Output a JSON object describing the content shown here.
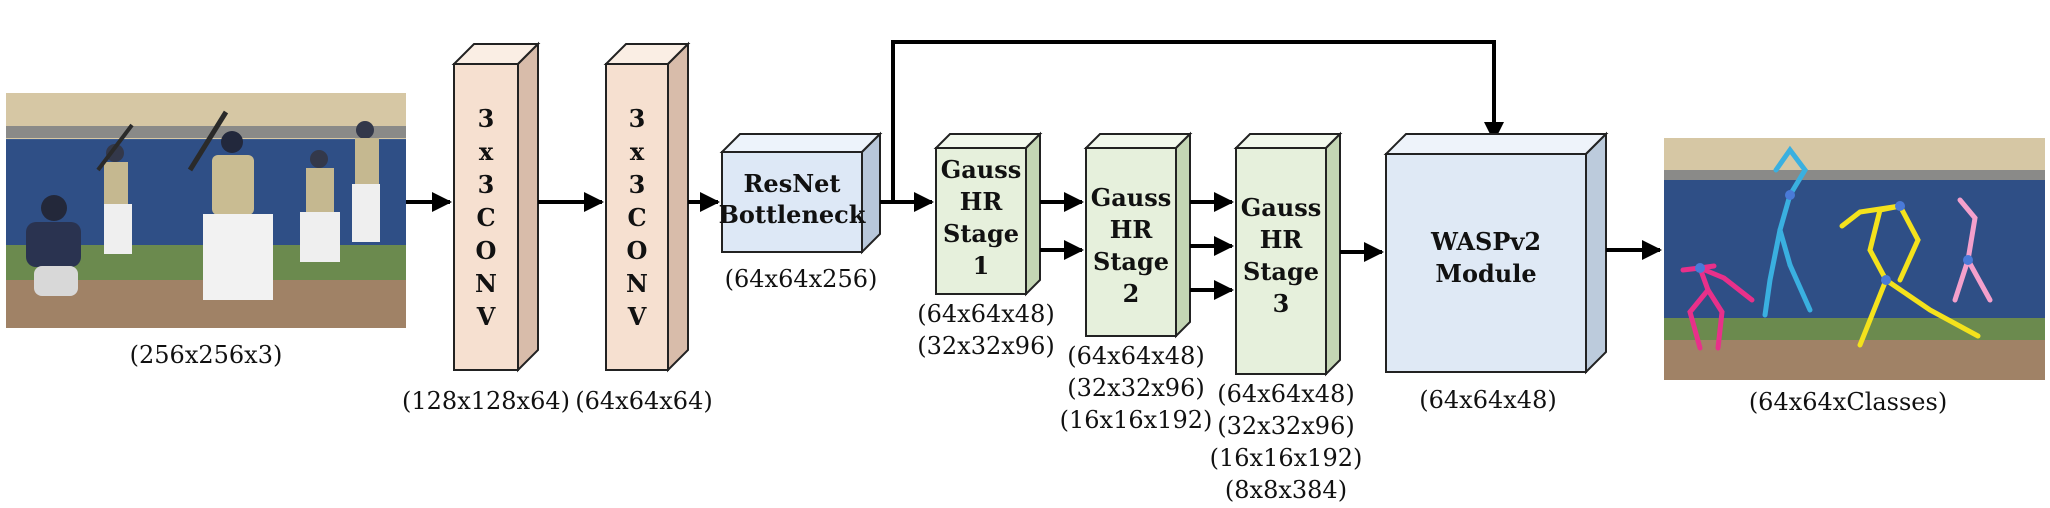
{
  "input": {
    "dims": "(256x256x3)"
  },
  "conv1": {
    "letters": [
      "3",
      "x",
      "3",
      "C",
      "O",
      "N",
      "V"
    ],
    "dims": "(128x128x64)"
  },
  "conv2": {
    "letters": [
      "3",
      "x",
      "3",
      "C",
      "O",
      "N",
      "V"
    ],
    "dims": "(64x64x64)"
  },
  "resnet": {
    "line1": "ResNet",
    "line2": "Bottleneck",
    "dims": "(64x64x256)"
  },
  "stage1": {
    "lines": [
      "Gauss",
      "HR",
      "Stage",
      "1"
    ],
    "dims": [
      "(64x64x48)",
      "(32x32x96)"
    ]
  },
  "stage2": {
    "lines": [
      "Gauss",
      "HR",
      "Stage",
      "2"
    ],
    "dims": [
      "(64x64x48)",
      "(32x32x96)",
      "(16x16x192)"
    ]
  },
  "stage3": {
    "lines": [
      "Gauss",
      "HR",
      "Stage",
      "3"
    ],
    "dims": [
      "(64x64x48)",
      "(32x32x96)",
      "(16x16x192)",
      "(8x8x384)"
    ]
  },
  "wasp": {
    "line1": "WASPv2",
    "line2": "Module",
    "dims": "(64x64x48)"
  },
  "output": {
    "dims": "(64x64xClasses)"
  },
  "colors": {
    "conv_front": "#f6e0d0",
    "conv_top": "#faeee4",
    "conv_side": "#d8bcaa",
    "resnet_front": "#dde8f6",
    "resnet_top": "#edf3fb",
    "resnet_side": "#b8c7da",
    "gauss_front": "#e6f0dc",
    "gauss_top": "#f2f8ec",
    "gauss_side": "#c4d6b4",
    "wasp_front": "#dfe9f5",
    "wasp_top": "#eef3fa",
    "wasp_side": "#bccbdc",
    "pose_pink": "#e8308a",
    "pose_cyan": "#3ab0e0",
    "pose_yellow": "#f4e21c",
    "pose_light_pink": "#f4a0cc"
  }
}
